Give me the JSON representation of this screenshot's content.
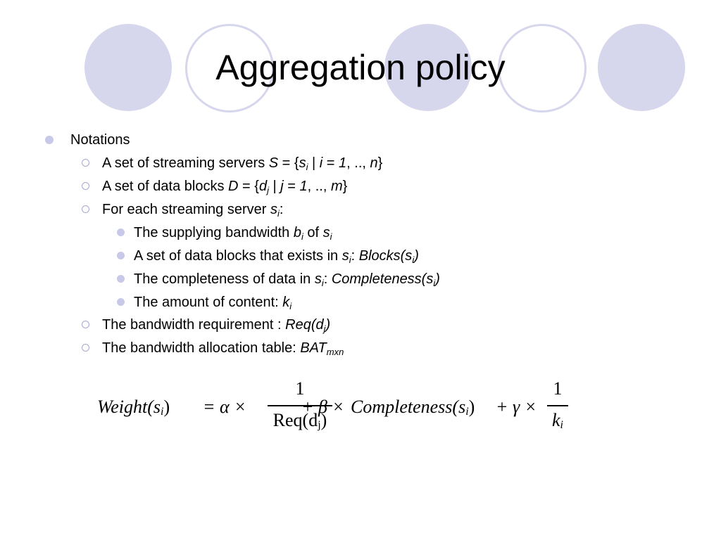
{
  "slide": {
    "title": "Aggregation policy"
  },
  "content": {
    "l1": "Notations",
    "servers": {
      "pre": "A set of streaming servers ",
      "S": "S",
      "eq": " = {",
      "s": "s",
      "i": "i",
      "bar": " | ",
      "i2": "i",
      "eq2": " = ",
      "one": "1",
      "dots": ", .., ",
      "n": "n",
      "close": "}"
    },
    "blocks": {
      "pre": "A set of data blocks ",
      "D": "D",
      "eq": " = {",
      "d": "d",
      "j": "j",
      "bar": " | ",
      "j2": "j",
      "eq2": " = ",
      "one": "1",
      "dots": ", .., ",
      "m": "m",
      "close": "}"
    },
    "each": {
      "pre": "For each streaming server ",
      "s": "s",
      "i": "i",
      "colon": ":"
    },
    "supply": {
      "pre": "The supplying bandwidth ",
      "b": "b",
      "i": "i",
      "of": " of ",
      "s": "s",
      "i2": "i"
    },
    "exists": {
      "pre": "A set of data blocks that exists in ",
      "s": "s",
      "i": "i",
      "colon": ": ",
      "fn": "Blocks(s",
      "i2": "i",
      "close": ")"
    },
    "complete": {
      "pre": "The completeness of data in ",
      "s": "s",
      "i": "i",
      "colon": ": ",
      "fn": "Completeness(s",
      "i2": "i",
      "close": ")"
    },
    "amount": {
      "pre": "The amount of content: ",
      "k": "k",
      "i": "i"
    },
    "req": {
      "pre": "The bandwidth requirement : ",
      "fn": "Req(d",
      "j": "j",
      "close": ")"
    },
    "bat": {
      "pre": "The bandwidth allocation table: ",
      "fn": "BAT",
      "sub": "mxn"
    }
  },
  "formula": {
    "lhs": "Weight(s",
    "lhs_sub": "i",
    "lhs_close": ")",
    "eq_alpha": "= α ×",
    "frac1_num": "1",
    "frac1_den": "Req(d",
    "frac1_den_sub": "j",
    "frac1_den_close": ")",
    "plus_beta": "+ β ×",
    "completeness": "Completeness(s",
    "completeness_sub": "i",
    "completeness_close": ")",
    "plus_gamma": "+ γ ×",
    "frac2_num": "1",
    "frac2_den": "k",
    "frac2_den_sub": "i"
  },
  "colors": {
    "circle": "#d6d6ec",
    "bullet": "#c8c8e8"
  }
}
